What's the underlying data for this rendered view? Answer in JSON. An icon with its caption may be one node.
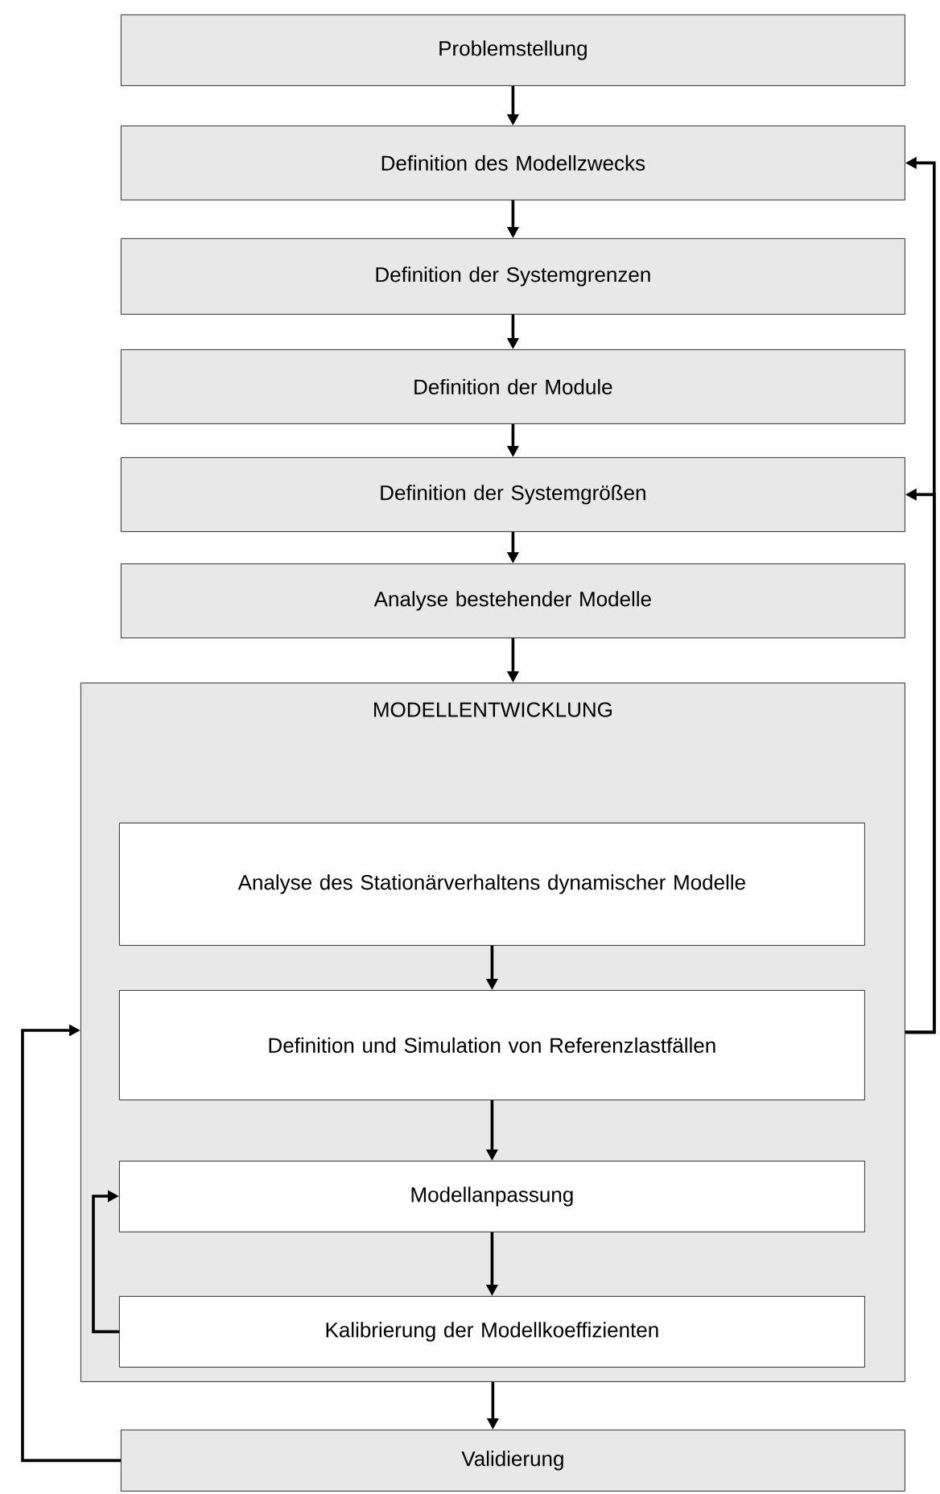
{
  "diagram": {
    "nodes": [
      {
        "text": [
          "Problemstellung"
        ]
      },
      {
        "text": [
          "Definition des Modellzwecks"
        ]
      },
      {
        "text": [
          "Definition der Systemgrenzen"
        ]
      },
      {
        "text": [
          "Definition der Module"
        ]
      },
      {
        "text": [
          "Definition der Systemgrößen"
        ]
      },
      {
        "text": [
          "Analyse bestehender Modelle"
        ]
      },
      {
        "text": [
          "MODELLENTWICKLUNG"
        ]
      },
      {
        "text": [
          "Analyse des Stationärverhaltens dynamischer Modelle"
        ],
        "in": 6
      },
      {
        "text": [
          "Definition und Simulation von Referenzlastfällen"
        ],
        "in": 6
      },
      {
        "text": [
          "Modellanpassung"
        ],
        "in": 6
      },
      {
        "text": [
          "Kalibrierung der Modellkoeffizienten"
        ],
        "in": 6
      },
      {
        "text": [
          "Validierung"
        ]
      }
    ],
    "edges": [
      {
        "from": 0,
        "to": 1,
        "arrow": "to"
      },
      {
        "from": 1,
        "to": 2,
        "arrow": "to"
      },
      {
        "from": 2,
        "to": 3,
        "arrow": "to"
      },
      {
        "from": 3,
        "to": 4,
        "arrow": "to"
      },
      {
        "from": 4,
        "to": 5,
        "arrow": "to"
      },
      {
        "from": 5,
        "to": 6,
        "arrow": "to"
      },
      {
        "from": 7,
        "to": 8,
        "arrow": "to"
      },
      {
        "from": 8,
        "to": 9,
        "arrow": "to"
      },
      {
        "from": 9,
        "to": 10,
        "arrow": "to"
      },
      {
        "from": 10,
        "to": 9,
        "arrow": "to"
      },
      {
        "from": 6,
        "to": 11,
        "arrow": "to"
      },
      {
        "from": 11,
        "to": 6,
        "arrow": "to"
      },
      {
        "from": 6,
        "to": 1,
        "arrow": "to"
      },
      {
        "from": 6,
        "to": 4,
        "arrow": "to"
      }
    ]
  }
}
